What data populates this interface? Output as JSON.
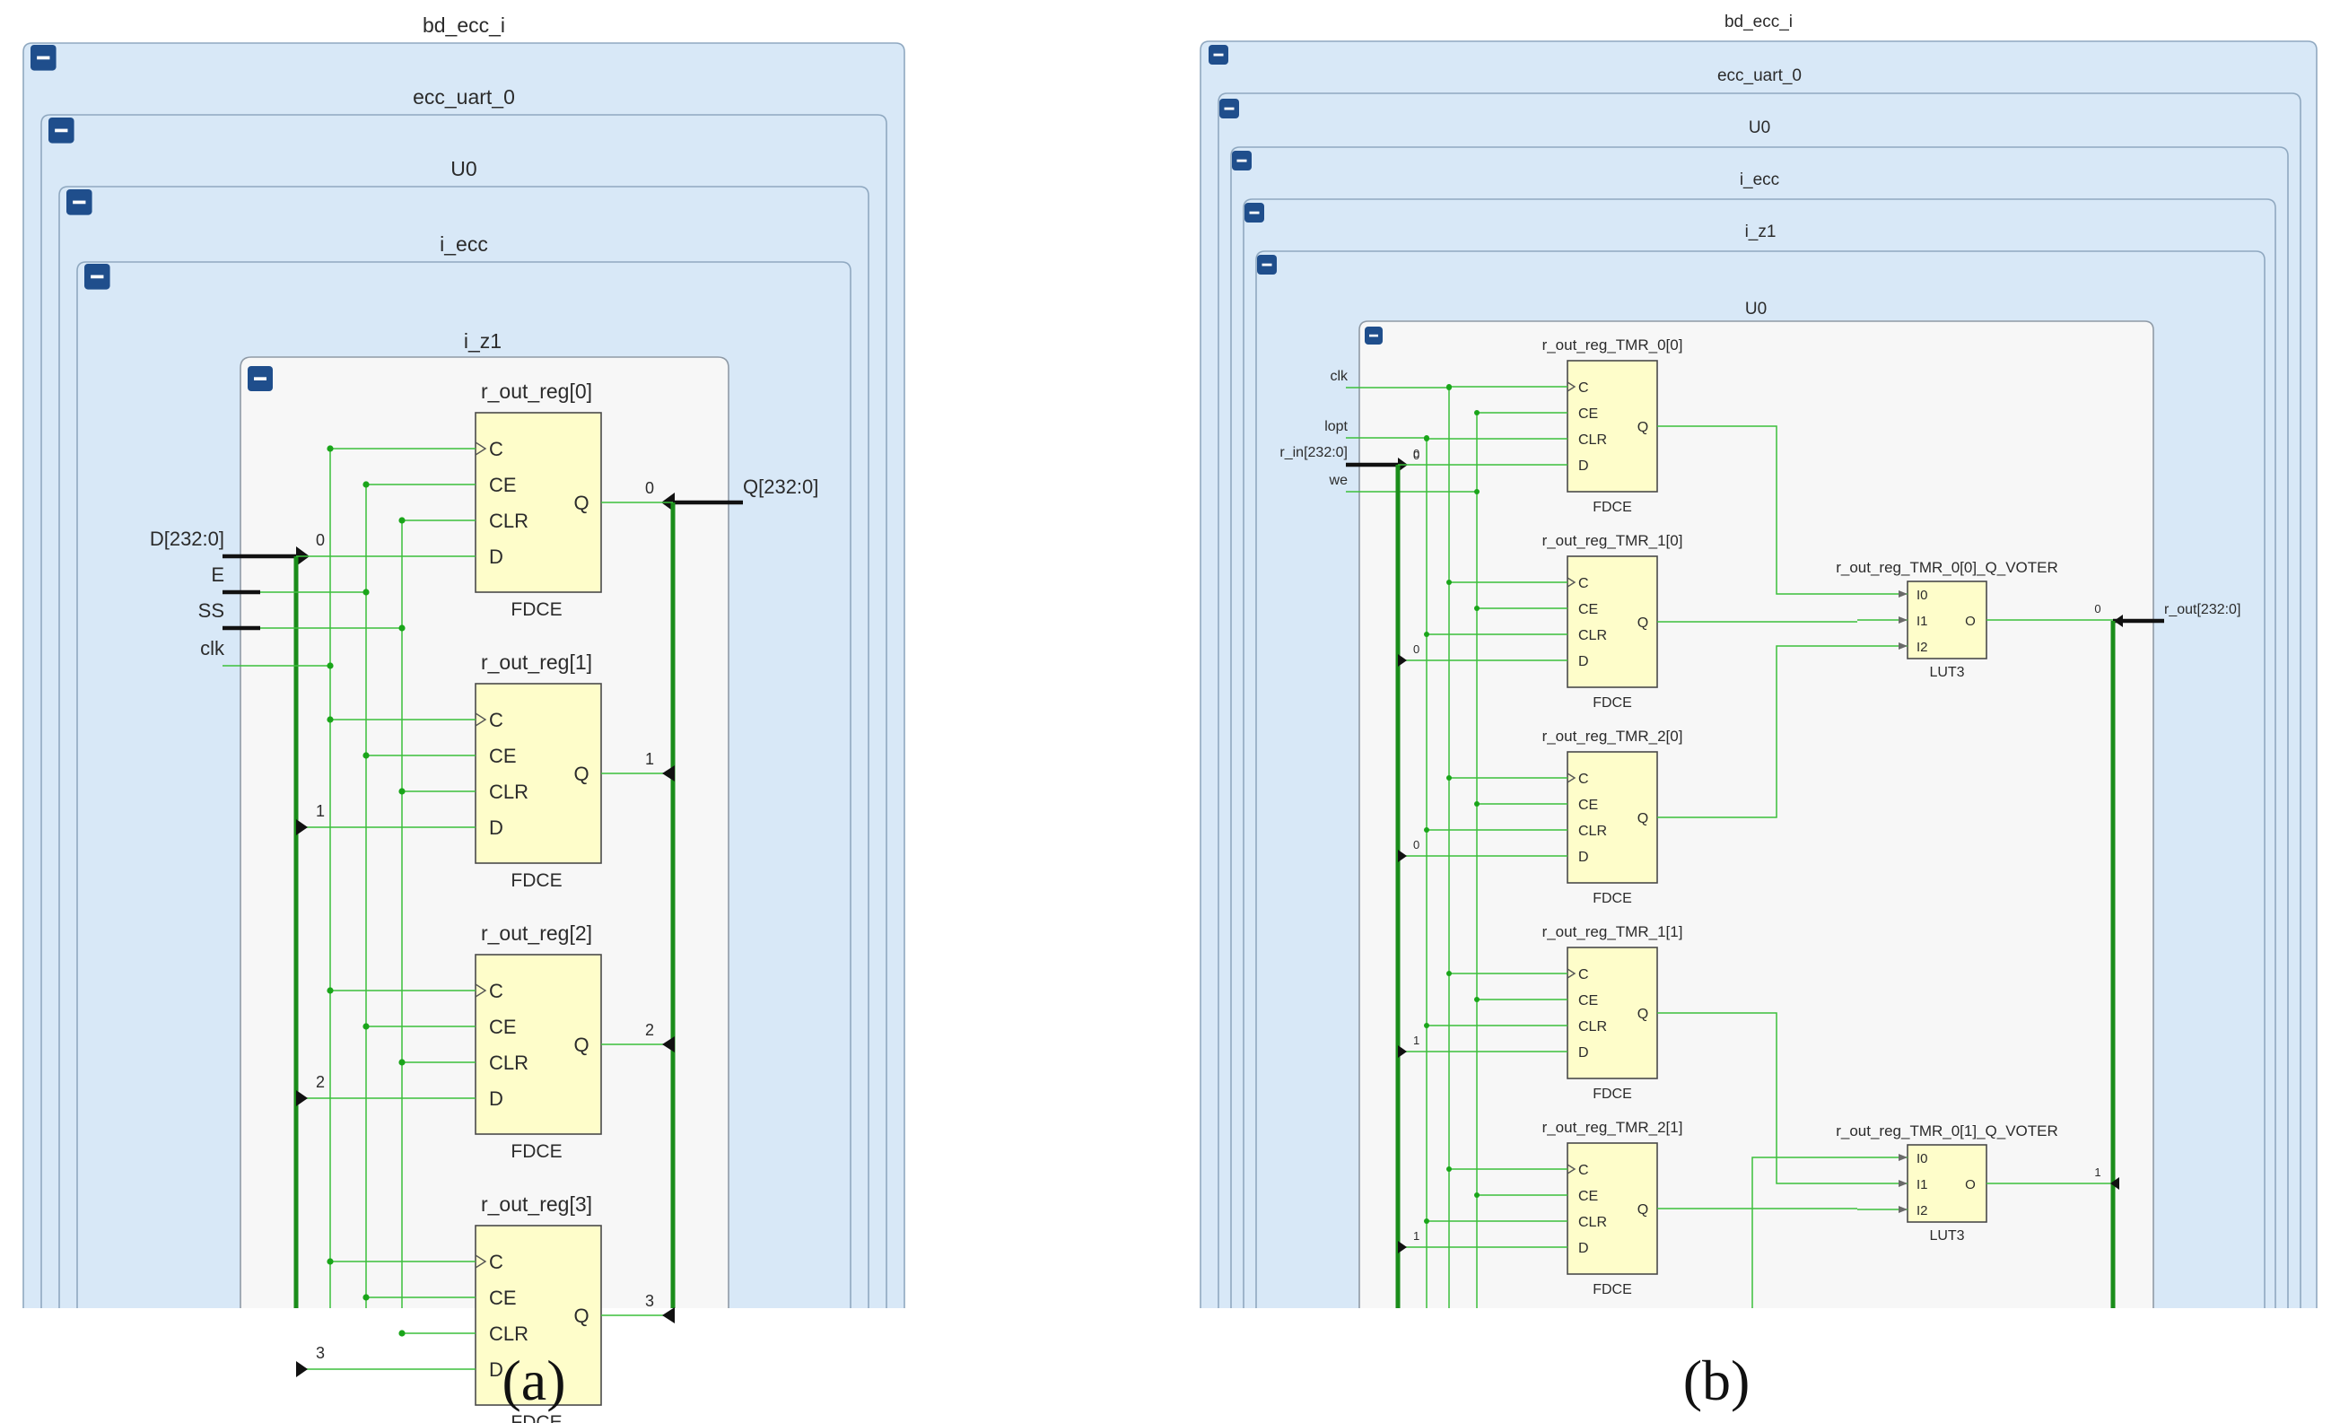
{
  "panel_a": {
    "caption": "(a)",
    "hierarchy": [
      "bd_ecc_i",
      "ecc_uart_0",
      "U0",
      "i_ecc",
      "i_z1"
    ],
    "input_ports": [
      "D[232:0]",
      "E",
      "SS",
      "clk"
    ],
    "output_port": "Q[232:0]",
    "cells": [
      {
        "name": "r_out_reg[0]",
        "type": "FDCE",
        "bit": "0"
      },
      {
        "name": "r_out_reg[1]",
        "type": "FDCE",
        "bit": "1"
      },
      {
        "name": "r_out_reg[2]",
        "type": "FDCE",
        "bit": "2"
      },
      {
        "name": "r_out_reg[3]",
        "type": "FDCE",
        "bit": "3"
      }
    ],
    "pins": [
      "C",
      "CE",
      "CLR",
      "D"
    ],
    "q_pin": "Q"
  },
  "panel_b": {
    "caption": "(b)",
    "hierarchy": [
      "bd_ecc_i",
      "ecc_uart_0",
      "U0",
      "i_ecc",
      "i_z1",
      "U0"
    ],
    "input_ports": [
      "clk",
      "lopt",
      "r_in[232:0]",
      "we"
    ],
    "output_port": "r_out[232:0]",
    "cells": [
      {
        "name": "r_out_reg_TMR_0[0]",
        "type": "FDCE",
        "bit": "0"
      },
      {
        "name": "r_out_reg_TMR_1[0]",
        "type": "FDCE",
        "bit": "0"
      },
      {
        "name": "r_out_reg_TMR_2[0]",
        "type": "FDCE",
        "bit": "0"
      },
      {
        "name": "r_out_reg_TMR_1[1]",
        "type": "FDCE",
        "bit": "1"
      },
      {
        "name": "r_out_reg_TMR_2[1]",
        "type": "FDCE",
        "bit": "1"
      }
    ],
    "voters": [
      {
        "name": "r_out_reg_TMR_0[0]_Q_VOTER",
        "type": "LUT3",
        "bit": "0"
      },
      {
        "name": "r_out_reg_TMR_0[1]_Q_VOTER",
        "type": "LUT3",
        "bit": "1"
      }
    ],
    "pins": [
      "C",
      "CE",
      "CLR",
      "D"
    ],
    "q_pin": "Q",
    "voter_inputs": [
      "I0",
      "I1",
      "I2"
    ],
    "voter_output": "O"
  }
}
